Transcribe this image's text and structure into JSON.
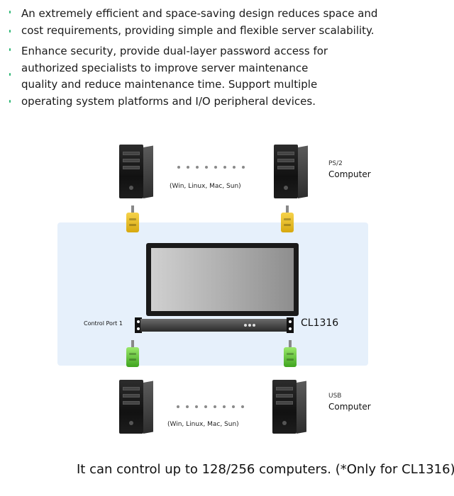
{
  "features": [
    {
      "lines": [
        "An extremely efficient and space-saving design reduces space and",
        "cost requirements, providing simple and flexible server scalability."
      ]
    },
    {
      "lines": [
        "Enhance security, provide dual-layer password access for",
        "authorized specialists to improve server maintenance",
        "quality and reduce maintenance time. Support multiple",
        "operating system platforms and I/O peripheral devices."
      ]
    }
  ],
  "diagram": {
    "top_group": {
      "os_label": "(Win, Linux, Mac, Sun)",
      "type": "PS/2",
      "label": "Computer",
      "connector_color": "#e5b823"
    },
    "bottom_group": {
      "os_label": "(Win, Linux, Mac, Sun)",
      "type": "USB",
      "label": "Computer",
      "connector_color": "#5cc536"
    },
    "control_port_label": "Control Port 1",
    "model": "CL1316",
    "panel_color": "#e6f0fb"
  },
  "footer": "It can control up to 128/256 computers. (*Only for CL1316)"
}
